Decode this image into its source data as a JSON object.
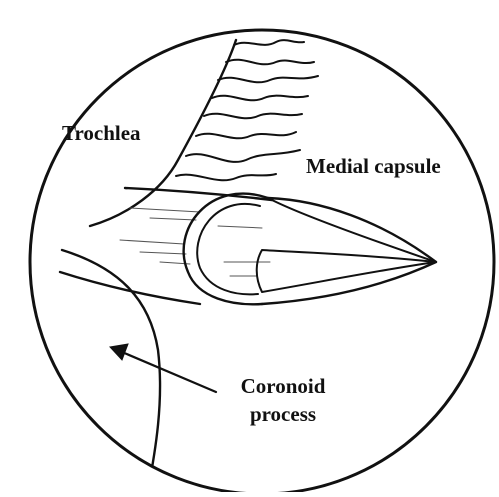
{
  "labels": {
    "trochlea": "Trochlea",
    "medial_capsule": "Medial capsule",
    "coronoid_line1": "Coronoid",
    "coronoid_line2": "process"
  }
}
